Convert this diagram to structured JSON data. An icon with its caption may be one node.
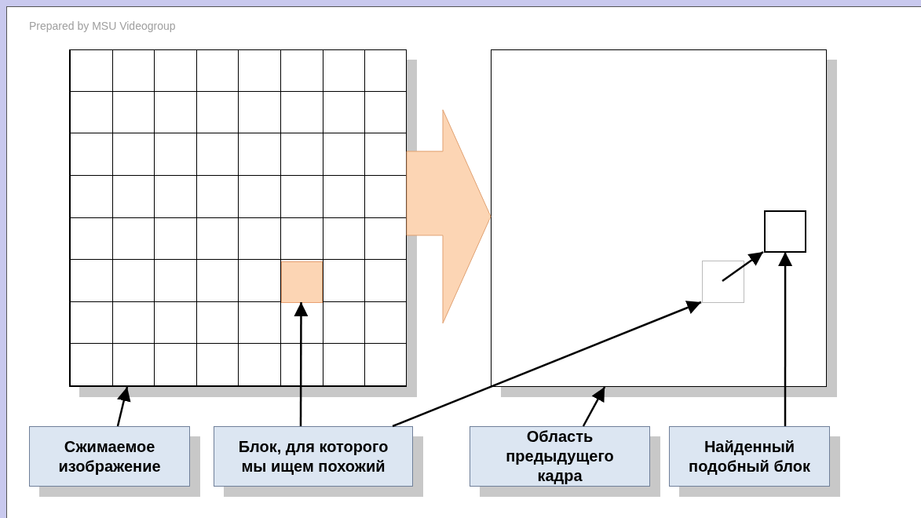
{
  "diagram": {
    "nodes": [
      {
        "text": [],
        "shape": "box"
      },
      {
        "text": [],
        "shape": "box",
        "in": 0
      },
      {
        "text": [],
        "shape": "box"
      },
      {
        "text": [],
        "shape": "box",
        "in": 2
      },
      {
        "text": [],
        "shape": "box",
        "in": 2
      },
      {
        "text": [
          "Сжимаемое изображение"
        ]
      },
      {
        "text": [
          "Блок, для которого мы ищем похожий"
        ]
      },
      {
        "text": [
          "Область предыдущего кадра"
        ]
      },
      {
        "text": [
          "Найденный подобный блок"
        ]
      }
    ],
    "edges": [
      {
        "from": 0,
        "to": 2,
        "arrow": "to",
        "style": "thick",
        "color": "#fcd5b4"
      },
      {
        "from": 5,
        "to": 0,
        "arrow": "to"
      },
      {
        "from": 6,
        "to": 1,
        "arrow": "to"
      },
      {
        "from": 6,
        "to": 3,
        "arrow": "to"
      },
      {
        "from": 3,
        "to": 4,
        "arrow": "to"
      },
      {
        "from": 7,
        "to": 2,
        "arrow": "to"
      },
      {
        "from": 8,
        "to": 4,
        "arrow": "to"
      }
    ],
    "labels": [
      "Prepared by MSU Videogroup"
    ]
  }
}
